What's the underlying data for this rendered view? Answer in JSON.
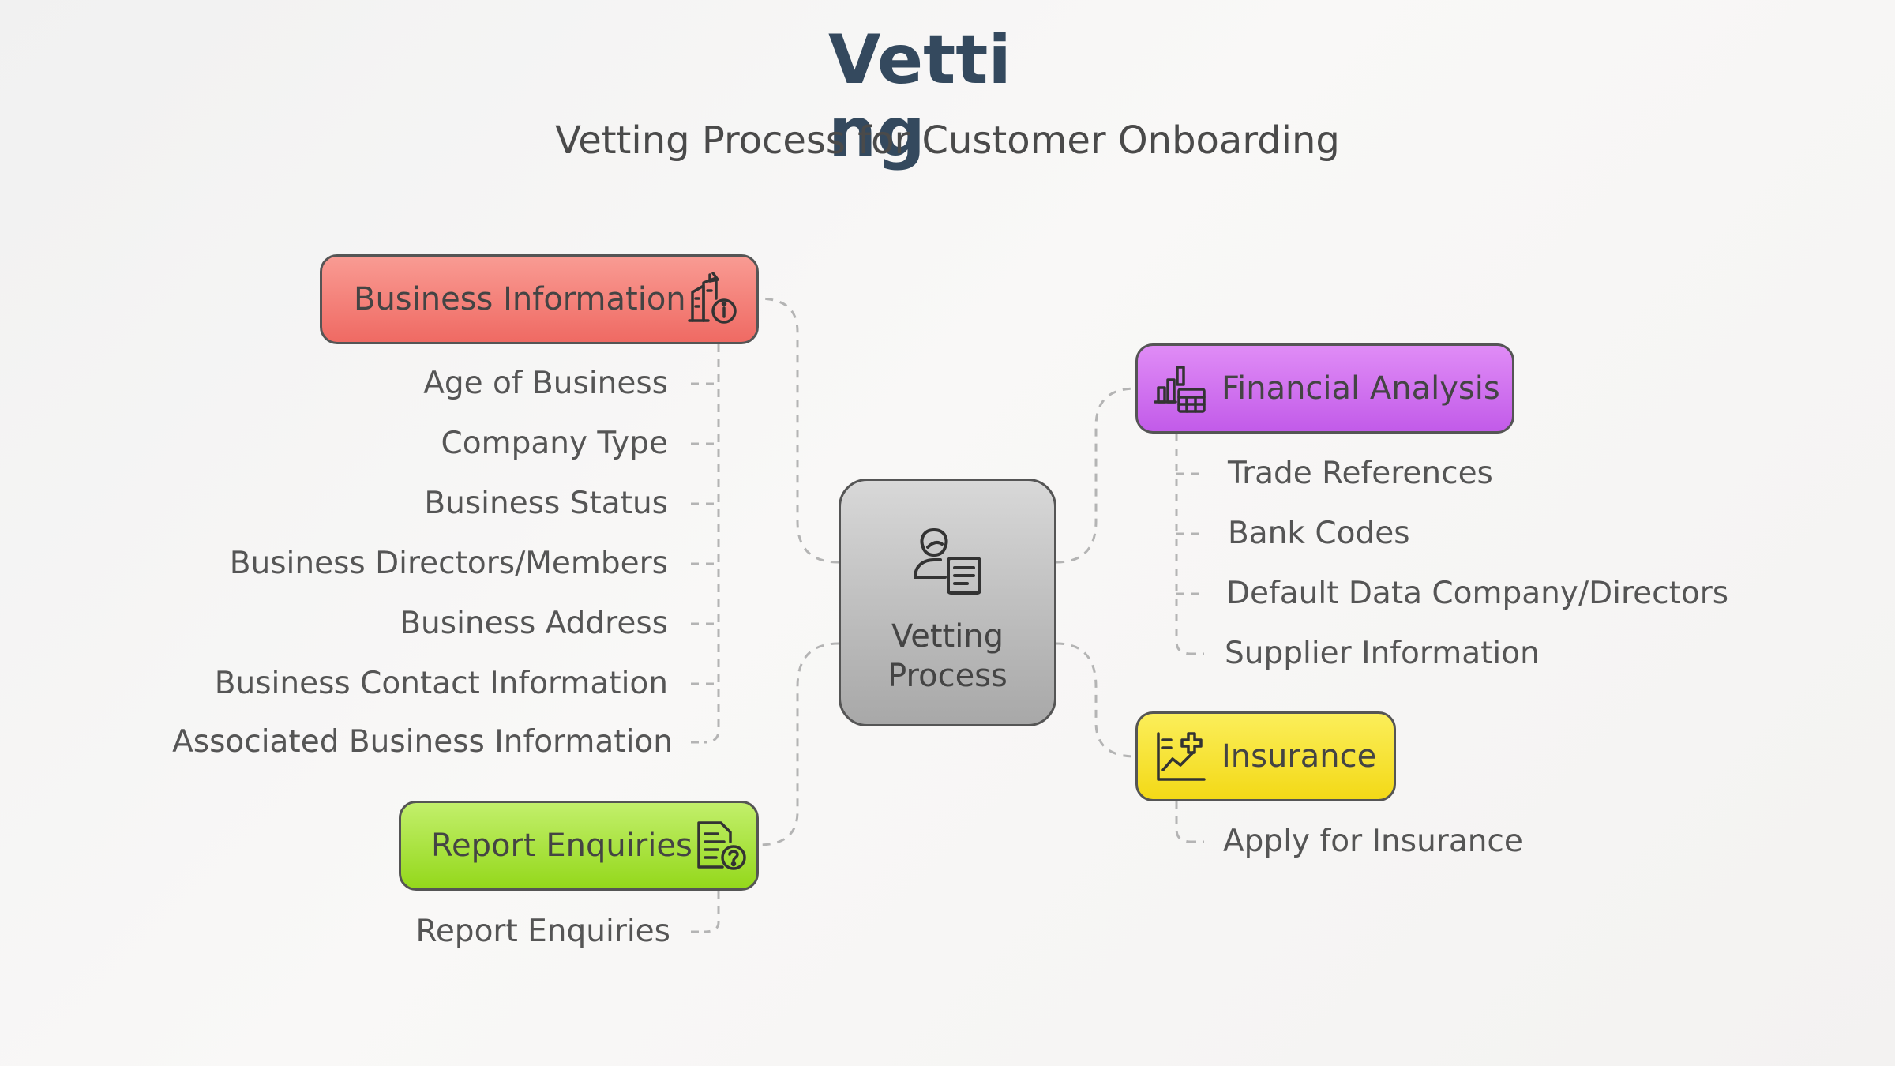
{
  "title": "Vetting",
  "subtitle": "Vetting Process for Customer Onboarding",
  "center": {
    "label": "Vetting Process",
    "icon": "person-document-icon"
  },
  "categories": [
    {
      "id": "business-information",
      "label": "Business Information",
      "icon": "building-info-icon",
      "color": "#f08078",
      "items": [
        "Age of Business",
        "Company Type",
        "Business Status",
        "Business Directors/Members",
        "Business Address",
        "Business Contact Information",
        "Associated Business Information"
      ]
    },
    {
      "id": "report-enquiries",
      "label": "Report Enquiries",
      "icon": "document-question-icon",
      "color": "#a8e23e",
      "items": [
        "Report Enquiries"
      ]
    },
    {
      "id": "financial-analysis",
      "label": "Financial Analysis",
      "icon": "chart-calculator-icon",
      "color": "#d072f0",
      "items": [
        "Trade References",
        "Bank Codes",
        "Default Data Company/Directors",
        "Supplier Information"
      ]
    },
    {
      "id": "insurance",
      "label": "Insurance",
      "icon": "chart-plus-icon",
      "color": "#f7e23a",
      "items": [
        "Apply for Insurance"
      ]
    }
  ]
}
